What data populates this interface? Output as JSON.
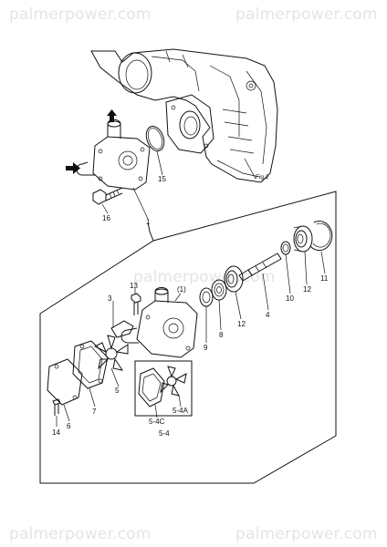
{
  "watermarks": {
    "top_left": "palmerpower.com",
    "top_right": "palmerpower.com",
    "middle": "palmerpower.com",
    "bottom_left": "palmerpower.com",
    "bottom_right": "palmerpower.com"
  },
  "callouts": {
    "fig": "Fig.2",
    "p15": "15",
    "p16": "16",
    "p1": "1",
    "p3": "3",
    "p13": "13",
    "p1_paren": "(1)",
    "p9": "9",
    "p8": "8",
    "p12a": "12",
    "p4": "4",
    "p10": "10",
    "p12b": "12",
    "p11": "11",
    "p5": "5",
    "p5_4a": "5-4A",
    "p5_4c": "5-4C",
    "p5_4": "5-4",
    "p6": "6",
    "p7": "7",
    "p14": "14"
  }
}
